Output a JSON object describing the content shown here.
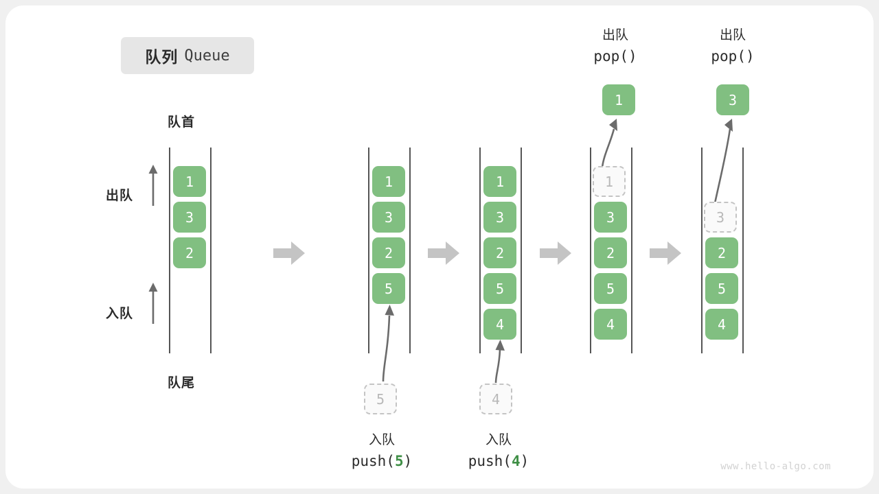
{
  "title": {
    "cn": "队列",
    "en": "Queue"
  },
  "labels": {
    "front": "队首",
    "rear": "队尾",
    "dequeue": "出队",
    "enqueue": "入队"
  },
  "watermark": "www.hello-algo.com",
  "colors": {
    "cell_fill": "#81bf81",
    "cell_text": "#ffffff",
    "ghost_fill": "#fafafa",
    "ghost_border": "#c4c4c4",
    "ghost_text": "#b8b8b8",
    "rail": "#555555",
    "arrow": "#6b6b6b",
    "transition_arrow": "#c4c4c4",
    "code_number": "#3f8f46",
    "chip_bg": "#e6e6e6",
    "page_bg": "#ffffff",
    "watermark": "#d2d2d2"
  },
  "columns": [
    {
      "id": "initial",
      "cells": [
        "1",
        "3",
        "2"
      ],
      "ghost": null,
      "top_label": null,
      "bottom_label": null,
      "popped": null
    },
    {
      "id": "after-push-5",
      "cells": [
        "1",
        "3",
        "2",
        "5"
      ],
      "ghost": null,
      "top_label": null,
      "bottom_label": {
        "cn": "入队",
        "code_prefix": "push(",
        "code_num": "5",
        "code_suffix": ")"
      },
      "incoming": "5",
      "popped": null
    },
    {
      "id": "after-push-4",
      "cells": [
        "1",
        "3",
        "2",
        "5",
        "4"
      ],
      "ghost": null,
      "top_label": null,
      "bottom_label": {
        "cn": "入队",
        "code_prefix": "push(",
        "code_num": "4",
        "code_suffix": ")"
      },
      "incoming": "4",
      "popped": null
    },
    {
      "id": "after-pop-1",
      "cells": [
        "3",
        "2",
        "5",
        "4"
      ],
      "ghost": "1",
      "ghost_slot": 0,
      "top_label": {
        "cn": "出队",
        "code": "pop()"
      },
      "popped": "1"
    },
    {
      "id": "after-pop-3",
      "cells": [
        "2",
        "5",
        "4"
      ],
      "ghost": "3",
      "ghost_slot": 1,
      "top_label": {
        "cn": "出队",
        "code": "pop()"
      },
      "popped": "3"
    }
  ]
}
